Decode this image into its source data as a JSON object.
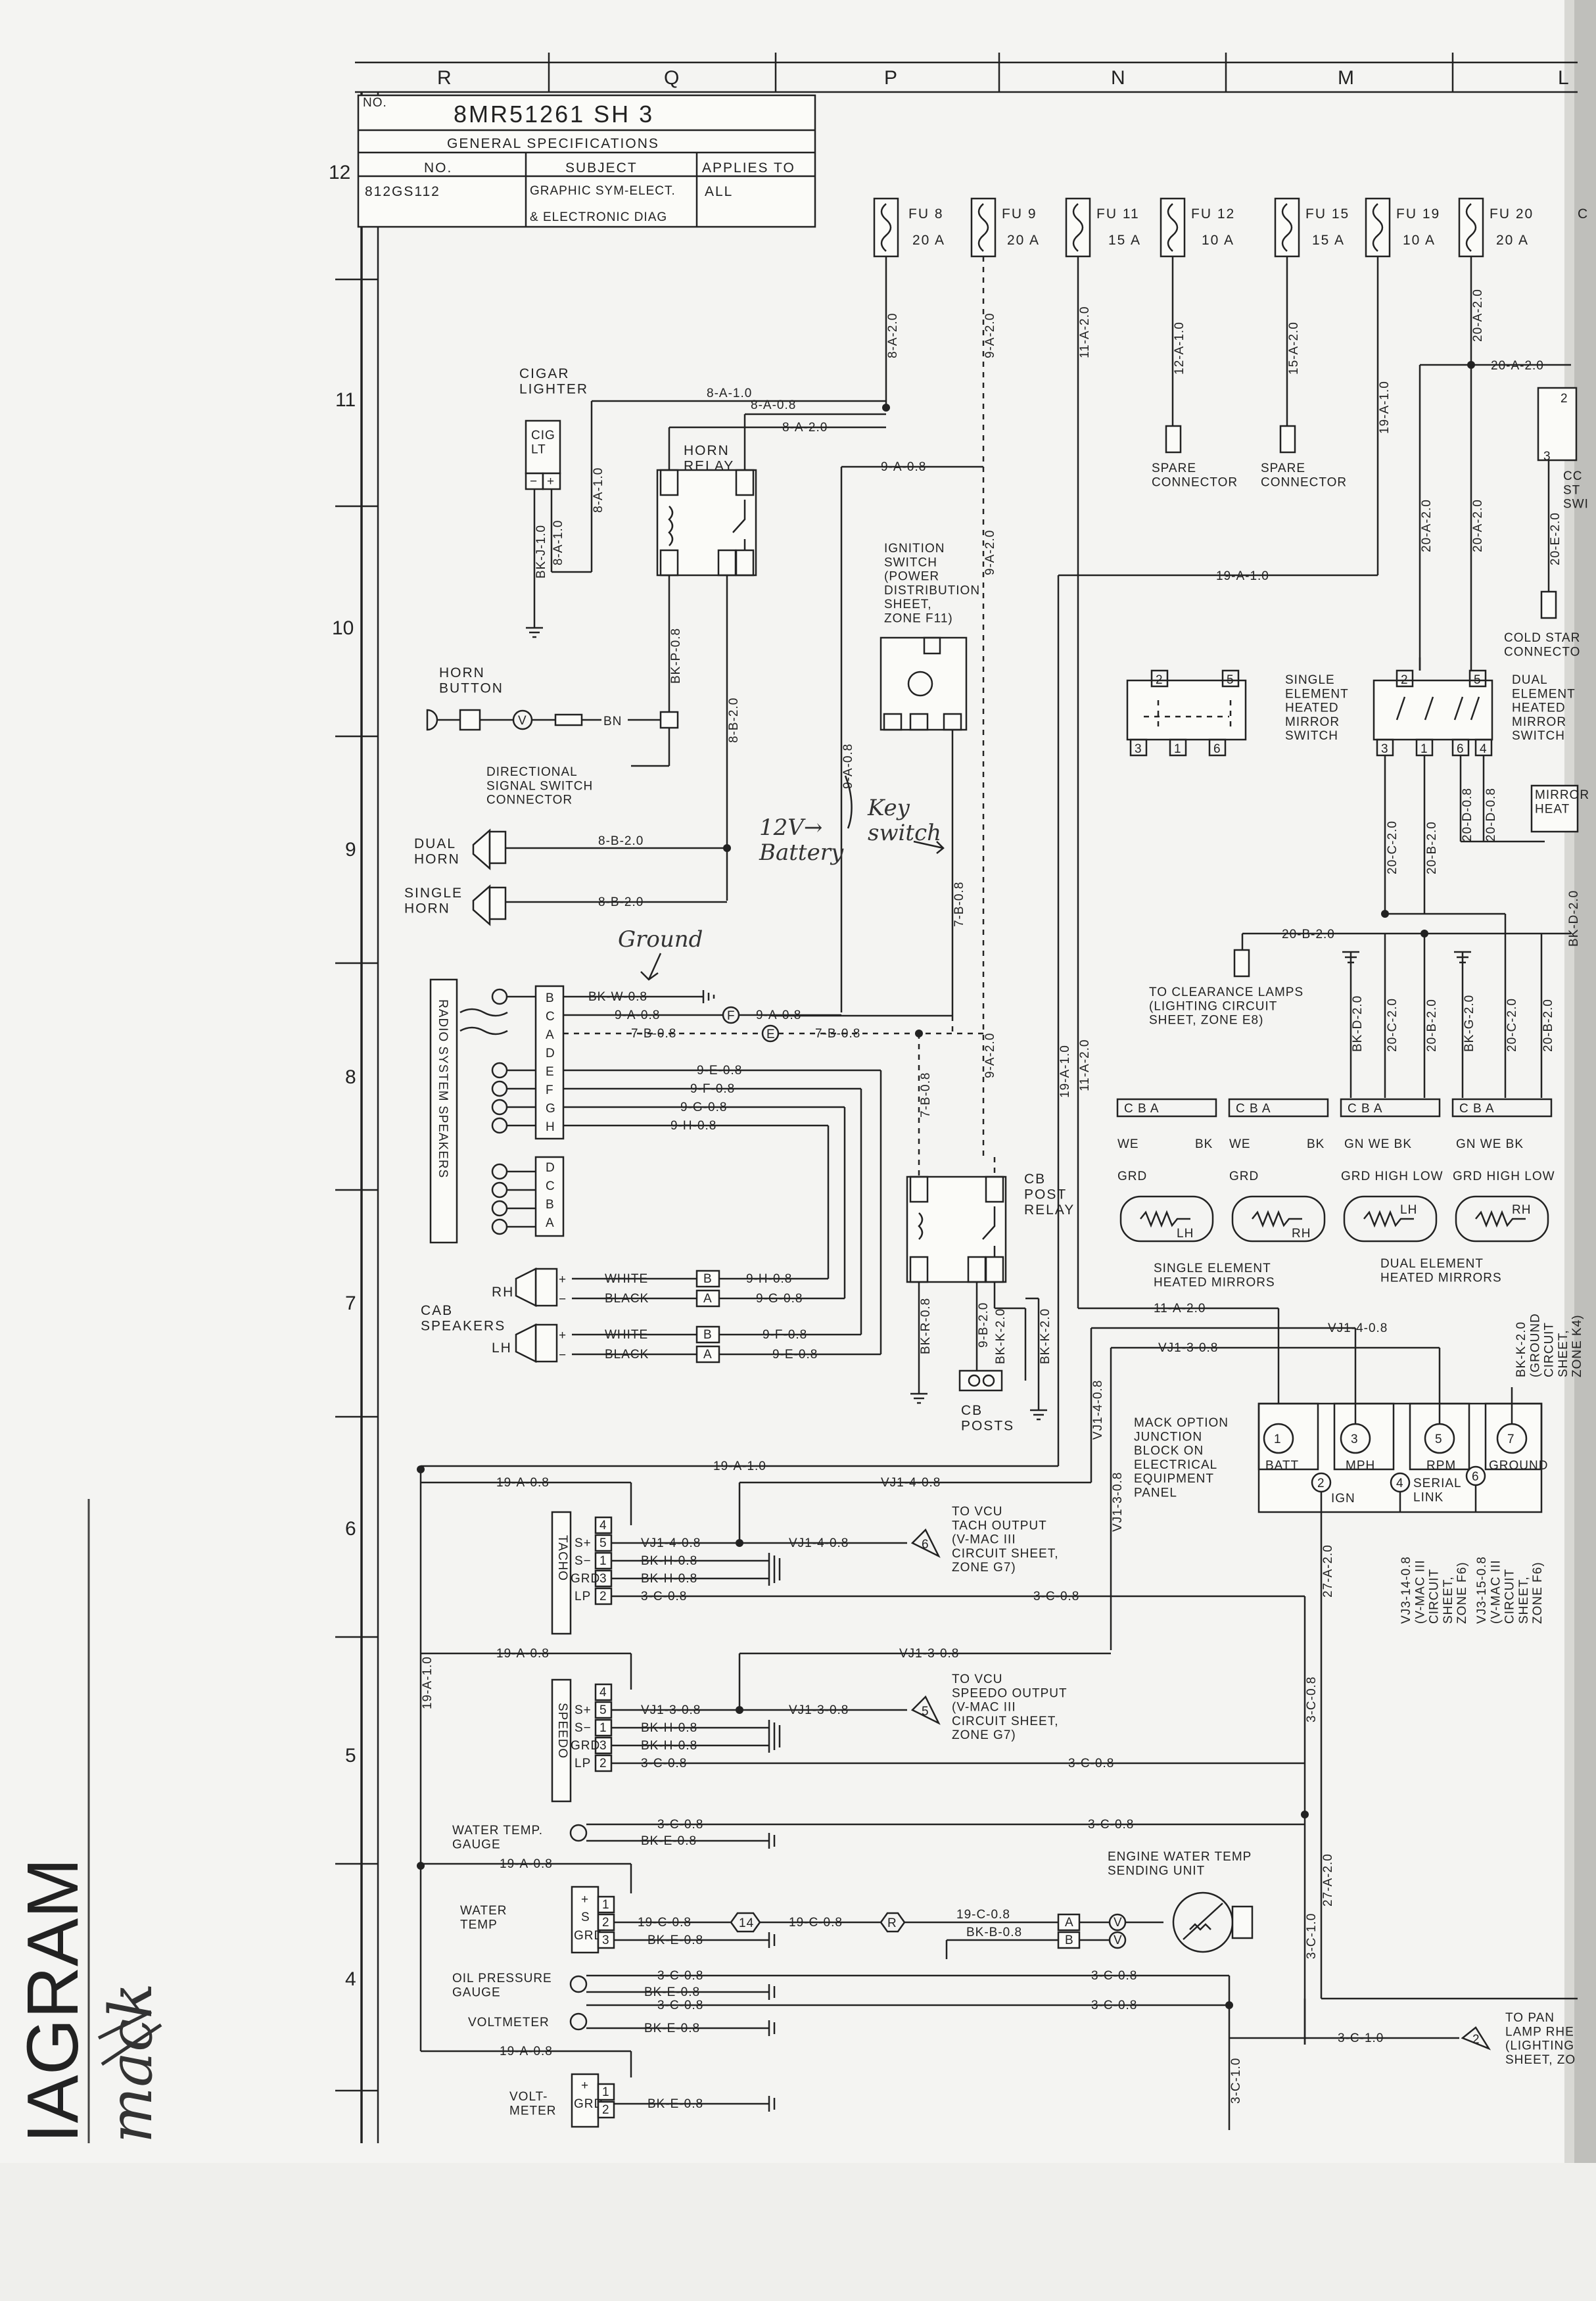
{
  "zones": {
    "columns": [
      "R",
      "Q",
      "P",
      "N",
      "M",
      "L"
    ],
    "rows": [
      "12",
      "11",
      "10",
      "9",
      "8",
      "7",
      "6",
      "5",
      "4"
    ]
  },
  "title_block": {
    "no_label": "NO.",
    "drawing_number": "8MR51261  SH 3",
    "section": "GENERAL SPECIFICATIONS",
    "col_no": "NO.",
    "col_subject": "SUBJECT",
    "col_applies": "APPLIES TO",
    "row_no": "812GS112",
    "row_subject_1": "GRAPHIC SYM-ELECT.",
    "row_subject_2": "& ELECTRONIC DIAG",
    "row_applies": "ALL"
  },
  "fuses": [
    {
      "id": "FU 8",
      "amps": "20 A",
      "wire": "8-A-2.0"
    },
    {
      "id": "FU 9",
      "amps": "20 A",
      "wire": "9-A-2.0"
    },
    {
      "id": "FU 11",
      "amps": "15 A",
      "wire": "11-A-2.0"
    },
    {
      "id": "FU 12",
      "amps": "10 A",
      "wire": "12-A-1.0"
    },
    {
      "id": "FU 15",
      "amps": "15 A",
      "wire": "15-A-2.0"
    },
    {
      "id": "FU 19",
      "amps": "10 A",
      "wire": "19-A-1.0"
    },
    {
      "id": "FU 20",
      "amps": "20 A",
      "wire": "20-A-2.0"
    }
  ],
  "components": {
    "cigar_lighter": "CIGAR\nLIGHTER",
    "cig_lt": "CIG\nLT",
    "horn_relay": "HORN\nRELAY",
    "horn_button": "HORN\nBUTTON",
    "directional": "DIRECTIONAL\nSIGNAL SWITCH\nCONNECTOR",
    "dual_horn": "DUAL\nHORN",
    "single_horn": "SINGLE\nHORN",
    "ignition_switch": "IGNITION\nSWITCH\n(POWER\nDISTRIBUTION\nSHEET,\nZONE F11)",
    "spare_connector": "SPARE\nCONNECTOR",
    "cold_start": "COLD STAR\nCONNECTO",
    "single_mirror_switch": "SINGLE\nELEMENT\nHEATED\nMIRROR\nSWITCH",
    "dual_mirror_switch": "DUAL\nELEMENT\nHEATED\nMIRROR\nSWITCH",
    "mirror_heat": "MIRROR\nHEAT",
    "clearance": "TO CLEARANCE LAMPS\n(LIGHTING CIRCUIT\nSHEET, ZONE E8)",
    "radio": "RADIO SYSTEM SPEAKERS",
    "cb_post_relay": "CB\nPOST\nRELAY",
    "cb_posts": "CB\nPOSTS",
    "cab_speakers": "CAB\nSPEAKERS",
    "single_heated_mirrors": "SINGLE ELEMENT\nHEATED MIRRORS",
    "dual_heated_mirrors": "DUAL ELEMENT\nHEATED MIRRORS",
    "mack_option": "MACK OPTION\nJUNCTION\nBLOCK ON\nELECTRICAL\nEQUIPMENT\nPANEL",
    "tach": "TACHO",
    "speedo": "SPEEDO",
    "water_temp_gauge": "WATER TEMP.\nGAUGE",
    "water_temp": "WATER\nTEMP",
    "oil_pressure": "OIL PRESSURE\nGAUGE",
    "voltmeter": "VOLTMETER",
    "volt_meter": "VOLT-\nMETER",
    "engine_water": "ENGINE WATER TEMP\nSENDING UNIT",
    "vcu_tach": "TO VCU\nTACH OUTPUT\n(V-MAC III\nCIRCUIT SHEET,\nZONE G7)",
    "vcu_speedo": "TO VCU\nSPEEDO OUTPUT\n(V-MAC III\nCIRCUIT SHEET,\nZONE G7)",
    "to_panel": "TO PAN\nLAMP RHE\n(LIGHTING\nSHEET, ZO",
    "cold_st_sw": "CC\nST\nSWI"
  },
  "junction": [
    "BATT",
    "MPH",
    "RPM",
    "GROUND",
    "IGN",
    "SERIAL\nLINK"
  ],
  "wires": {
    "w8a10": "8-A-1.0",
    "w8a08": "8-A-0.8",
    "w8a20": "8-A-2.0",
    "w9a08": "9-A-0.8",
    "w8b20": "8-B-2.0",
    "wbkp08": "BK-P-0.8",
    "wbkj10": "BK-J-1.0",
    "w8a10v": "8-A-1.0",
    "bn": "BN",
    "w19a10": "19-A-1.0",
    "w20a20": "20-A-2.0",
    "w20e20": "20-E-2.0",
    "w20c20": "20-C-2.0",
    "w20b20": "20-B-2.0",
    "w20d08": "20-D-0.8",
    "w20d08b": "20-D-0.8",
    "wbkd20": "BK-D-2.0",
    "wbkw08": "BK-W-0.8",
    "w7b08": "7-B-0.8",
    "w9e08": "9-E-0.8",
    "w9f08": "9-F-0.8",
    "w9g08": "9-G-0.8",
    "w9h08": "9-H-0.8",
    "w11a20": "11-A-2.0",
    "w19a10v": "19-A-1.0",
    "wbkr08": "BK-R-0.8",
    "w9b20": "9-B-2.0",
    "wbkk20": "BK-K-2.0",
    "wbkg20": "BK-G-2.0",
    "white": "WHITE",
    "black": "BLACK",
    "vj140": "VJ1-4-0.8",
    "vj130": "VJ1-3-0.8",
    "w19a08": "19-A-0.8",
    "wbkh08": "BK-H-0.8",
    "w3c08": "3-C-0.8",
    "wbke08": "BK-E-0.8",
    "w19c08": "19-C-0.8",
    "wbkb08": "BK-B-0.8",
    "w27a20": "27-A-2.0",
    "w3c10": "3-C-1.0",
    "vj3140": "VJ3-14-0.8\n(V-MAC III\nCIRCUIT\nSHEET,\nZONE F6)",
    "vj3150": "VJ3-15-0.8\n(V-MAC III\nCIRCUIT\nSHEET,\nZONE F6)",
    "bkk_ground": "BK-K-2.0\n(GROUND\nCIRCUIT\nSHEET,\nZONE K4)"
  },
  "handwritten": {
    "ground": "Ground",
    "battery": "12V→\nBattery",
    "key": "Key\nswitch",
    "title": "IAGRAM",
    "sig": "mack"
  }
}
